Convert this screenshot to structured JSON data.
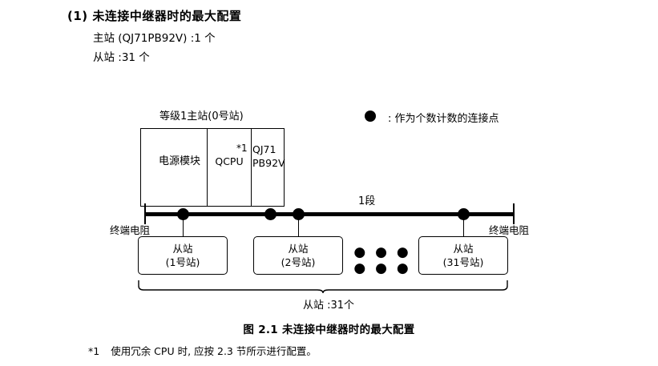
{
  "heading": "(1) 未连接中继器时的最大配置",
  "spec": {
    "master": "主站 (QJ71PB92V) :1 个",
    "slave": "从站 :31 个"
  },
  "legend": {
    "symbol": "filled-circle",
    "text": ": 作为个数计数的连接点"
  },
  "diagram": {
    "master_label": "等级1主站(0号站)",
    "rack": {
      "psu": "电源模块",
      "cpu": "QCPU",
      "footnote_mark": "*1",
      "module_line1": "QJ71",
      "module_line2": "PB92V"
    },
    "segment_label": "1段",
    "terminator_left": "终端电阻",
    "terminator_right": "终端电阻",
    "slaves": [
      {
        "name": "从站",
        "station": "(1号站)"
      },
      {
        "name": "从站",
        "station": "(2号站)"
      },
      {
        "name": "从站",
        "station": "(31号站)"
      }
    ],
    "ellipsis": "● ● ● ● ● ●",
    "brace_caption": "从站 :31个"
  },
  "figure_caption": "图 2.1  未连接中继器时的最大配置",
  "footnote": {
    "mark": "*1",
    "text": "使用冗余 CPU 时, 应按 2.3 节所示进行配置。"
  }
}
